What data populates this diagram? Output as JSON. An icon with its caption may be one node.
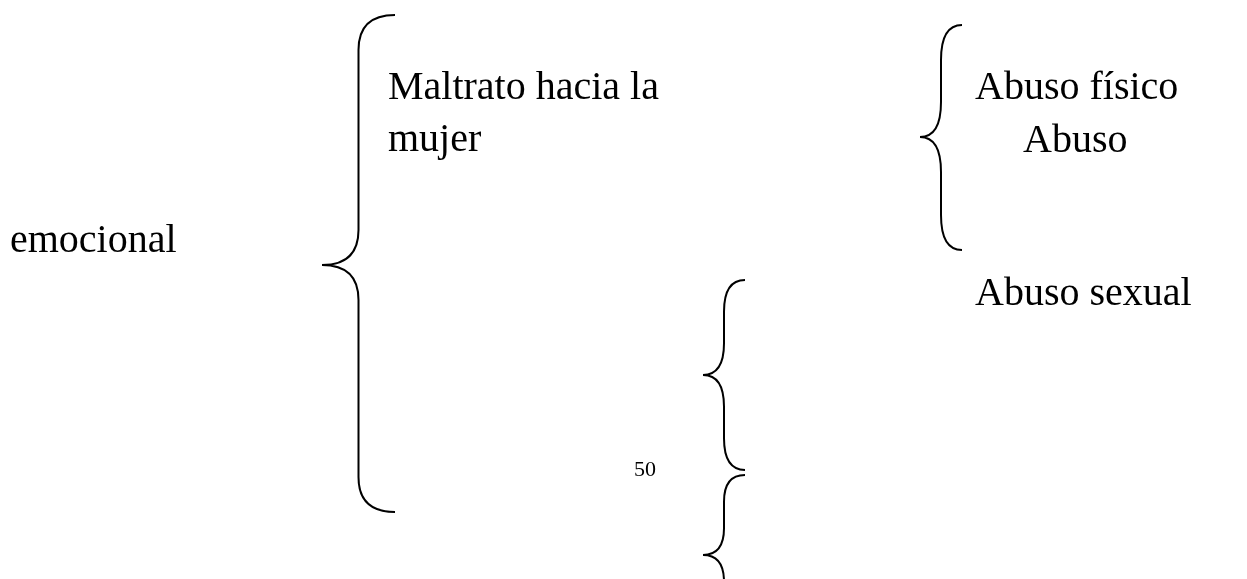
{
  "diagram": {
    "labels": [
      "Maltrato hacia la mujer",
      "Abuso físico",
      "Abuso",
      "emocional",
      "Abuso sexual",
      "50"
    ]
  }
}
